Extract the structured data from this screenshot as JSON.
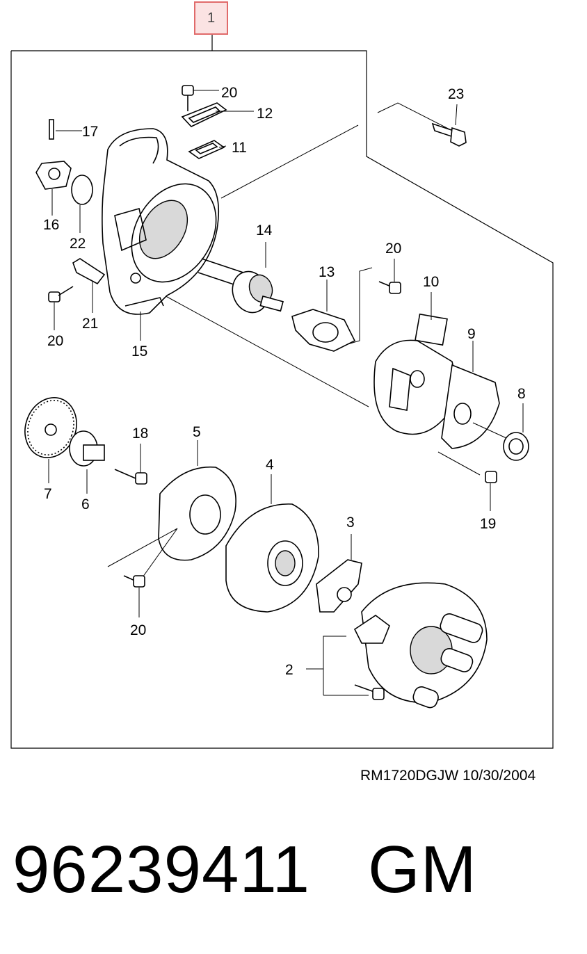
{
  "reference_badge": "1",
  "callouts": {
    "c1": "2",
    "c2": "3",
    "c3": "4",
    "c4": "5",
    "c5": "6",
    "c6": "7",
    "c7": "8",
    "c8": "9",
    "c9": "10",
    "c10": "11",
    "c11": "12",
    "c12": "13",
    "c13": "14",
    "c14": "15",
    "c15": "16",
    "c16": "17",
    "c17": "18",
    "c18": "19",
    "c19": "20",
    "c20": "20",
    "c21": "20",
    "c22": "20",
    "c23": "21",
    "c24": "22",
    "c25": "23"
  },
  "footer": {
    "drawing_code": "RM1720DGJW  10/30/2004",
    "part_number": "96239411   GM"
  }
}
